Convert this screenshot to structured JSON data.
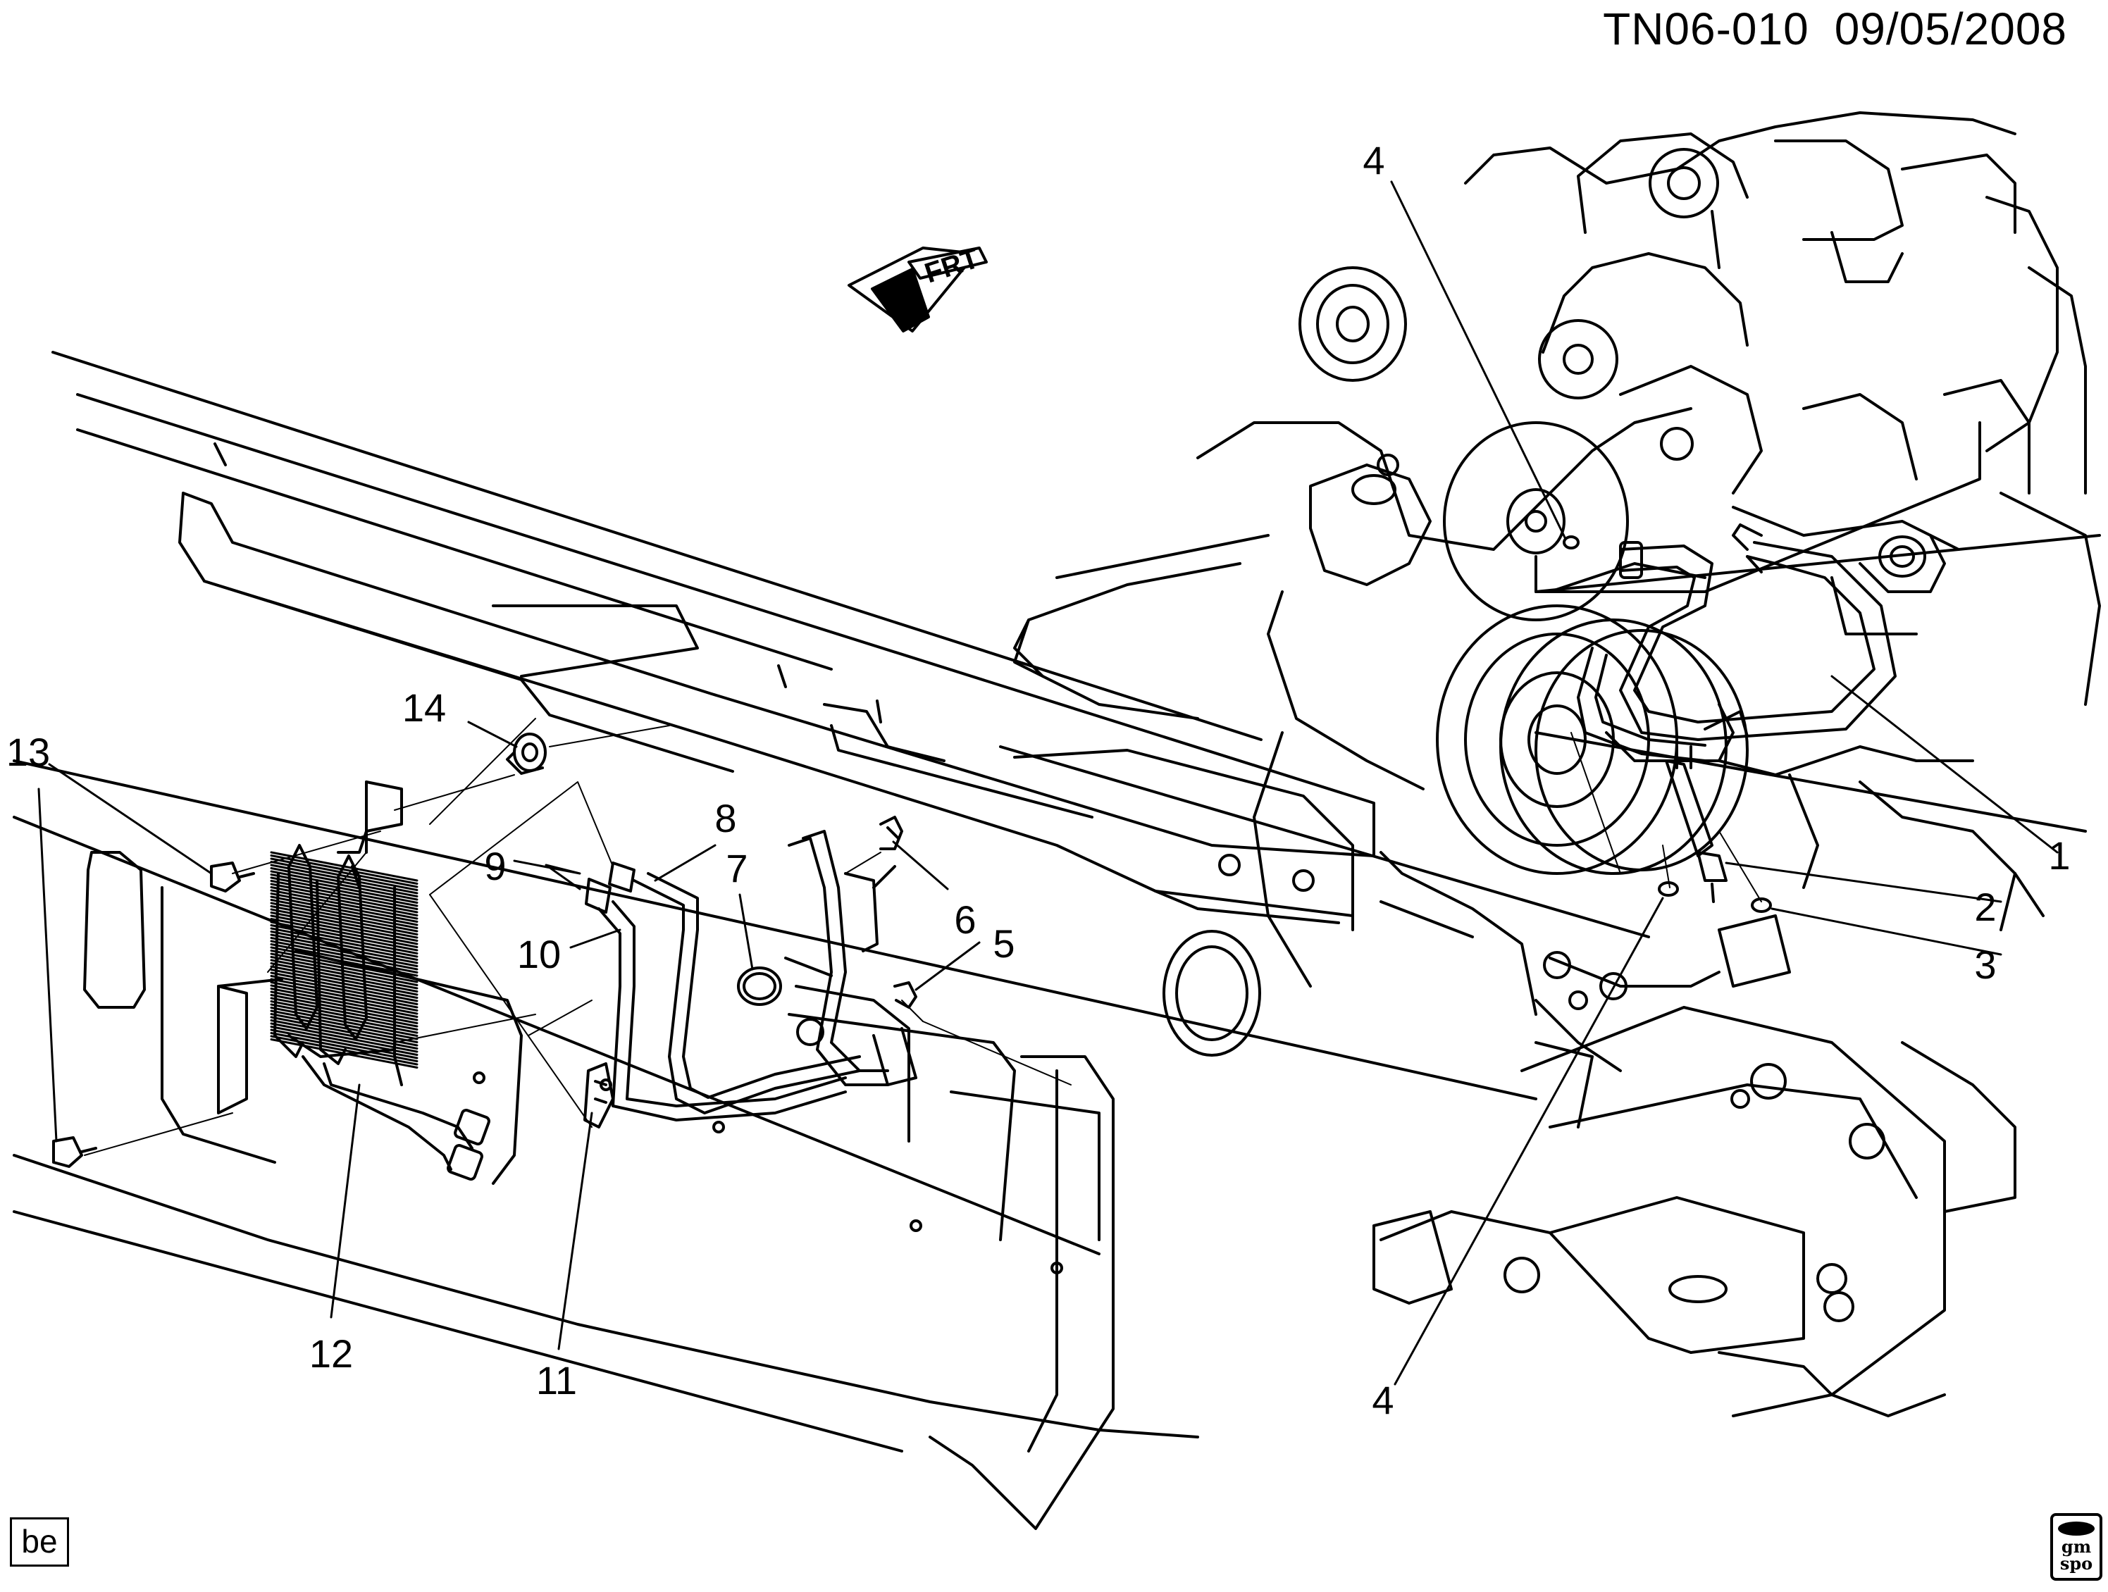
{
  "header": {
    "diagram_code": "TN06-010",
    "date": "09/05/2008"
  },
  "direction_indicator": {
    "label": "FRT"
  },
  "callouts": [
    {
      "id": "c1",
      "label": "1"
    },
    {
      "id": "c2",
      "label": "2"
    },
    {
      "id": "c3",
      "label": "3"
    },
    {
      "id": "c4a",
      "label": "4"
    },
    {
      "id": "c4b",
      "label": "4"
    },
    {
      "id": "c5",
      "label": "5"
    },
    {
      "id": "c6",
      "label": "6"
    },
    {
      "id": "c7",
      "label": "7"
    },
    {
      "id": "c8",
      "label": "8"
    },
    {
      "id": "c9",
      "label": "9"
    },
    {
      "id": "c10",
      "label": "10"
    },
    {
      "id": "c11",
      "label": "11"
    },
    {
      "id": "c12",
      "label": "12"
    },
    {
      "id": "c13",
      "label": "13"
    },
    {
      "id": "c14",
      "label": "14"
    }
  ],
  "footer": {
    "section_code": "be",
    "badge_top": "gm",
    "badge_bottom": "spo"
  }
}
